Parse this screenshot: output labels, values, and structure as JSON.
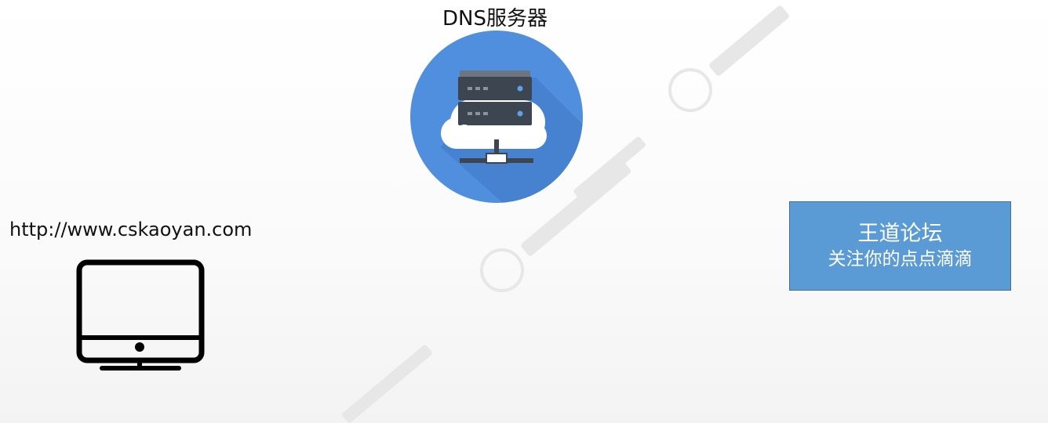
{
  "dns_server": {
    "label": "DNS服务器"
  },
  "client": {
    "url": "http://www.cskaoyan.com"
  },
  "site_box": {
    "title": "王道论坛",
    "subtitle": "关注你的点点滴滴"
  },
  "colors": {
    "dns_circle": "#4f8fde",
    "site_box_fill": "#5b9bd5",
    "server_body": "#3d4650",
    "cloud": "#ffffff"
  }
}
